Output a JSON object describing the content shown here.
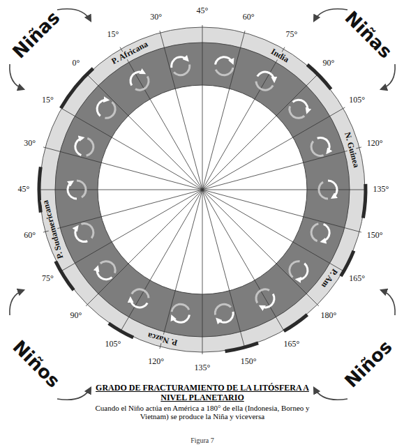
{
  "diagram": {
    "title": "GRADO DE FRACTURAMIENTO DE LA LITÓSFERA A NIVEL PLANETARIO",
    "caption": "Cuando el Niño actúa en América a 180° de ella (Indonesia, Borneo y Vietnam) se produce la Niña y viceversa",
    "labels": [
      "Niñas",
      "Niñas",
      "Niños",
      "Niños",
      "45°",
      "60°",
      "75°",
      "90°",
      "105°",
      "120°",
      "135°",
      "150°",
      "165°",
      "180°",
      "165°",
      "150°",
      "135°",
      "120°",
      "105°",
      "90°",
      "75°",
      "60°",
      "45°",
      "30°",
      "15°",
      "0°",
      "15°",
      "30°",
      "P. Africana",
      "India",
      "N. Guinea",
      "P. Am",
      "P. Nazca",
      "P. Sudamericana",
      "Figura 7"
    ]
  }
}
